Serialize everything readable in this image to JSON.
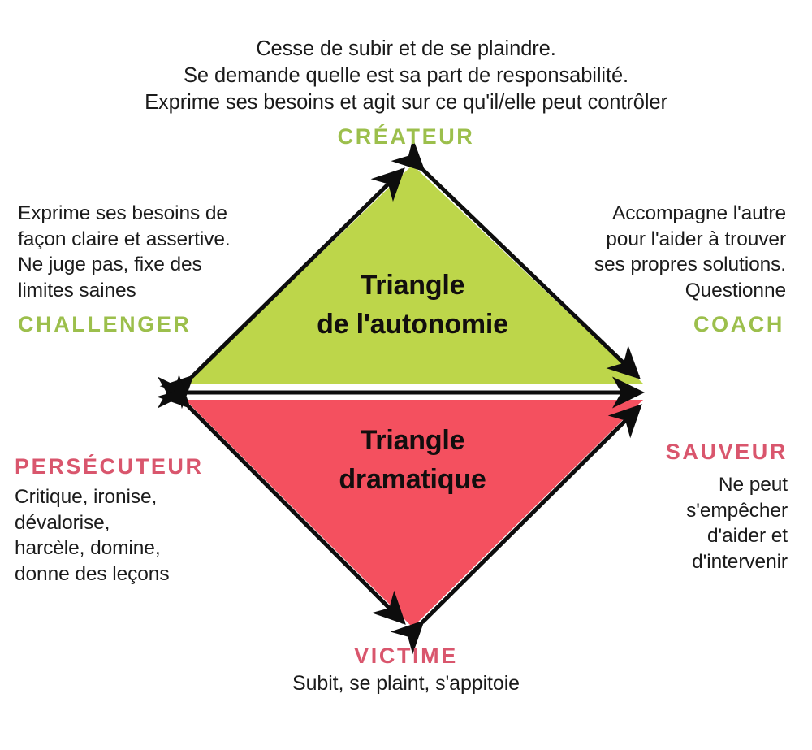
{
  "diagram": {
    "title_upper": "Triangle de l'autonomie",
    "title_lower": "Triangle dramatique",
    "colors": {
      "upper_triangle": "#bdd64a",
      "lower_triangle": "#f4505f",
      "green_label": "#9cbf4c",
      "red_label": "#d9566d",
      "text": "#1b1b1b",
      "arrow": "#0d0d0d",
      "background": "#ffffff"
    }
  },
  "top_description": {
    "line1": "Cesse de subir et de se plaindre.",
    "line2": "Se demande quelle est sa part de responsabilité.",
    "line3": "Exprime ses besoins et agit sur ce qu'il/elle peut contrôler"
  },
  "upper_triangle": {
    "title_line1": "Triangle",
    "title_line2": "de l'autonomie",
    "apex_label": "CRÉATEUR",
    "left_label": "CHALLENGER",
    "right_label": "COACH",
    "left_description": {
      "line1": "Exprime ses besoins de",
      "line2": "façon claire et assertive.",
      "line3": "Ne juge pas, fixe des",
      "line4": "limites saines"
    },
    "right_description": {
      "line1": "Accompagne l'autre",
      "line2": "pour l'aider à trouver",
      "line3": "ses propres solutions.",
      "line4": "Questionne"
    }
  },
  "lower_triangle": {
    "title_line1": "Triangle",
    "title_line2": "dramatique",
    "apex_label": "VICTIME",
    "left_label": "PERSÉCUTEUR",
    "right_label": "SAUVEUR",
    "apex_description": "Subit, se plaint, s'appitoie",
    "left_description": {
      "line1": "Critique, ironise,",
      "line2": "dévalorise,",
      "line3": "harcèle, domine,",
      "line4": "donne des leçons"
    },
    "right_description": {
      "line1": "Ne peut",
      "line2": "s'empêcher",
      "line3": "d'aider et",
      "line4": "d'intervenir"
    }
  }
}
